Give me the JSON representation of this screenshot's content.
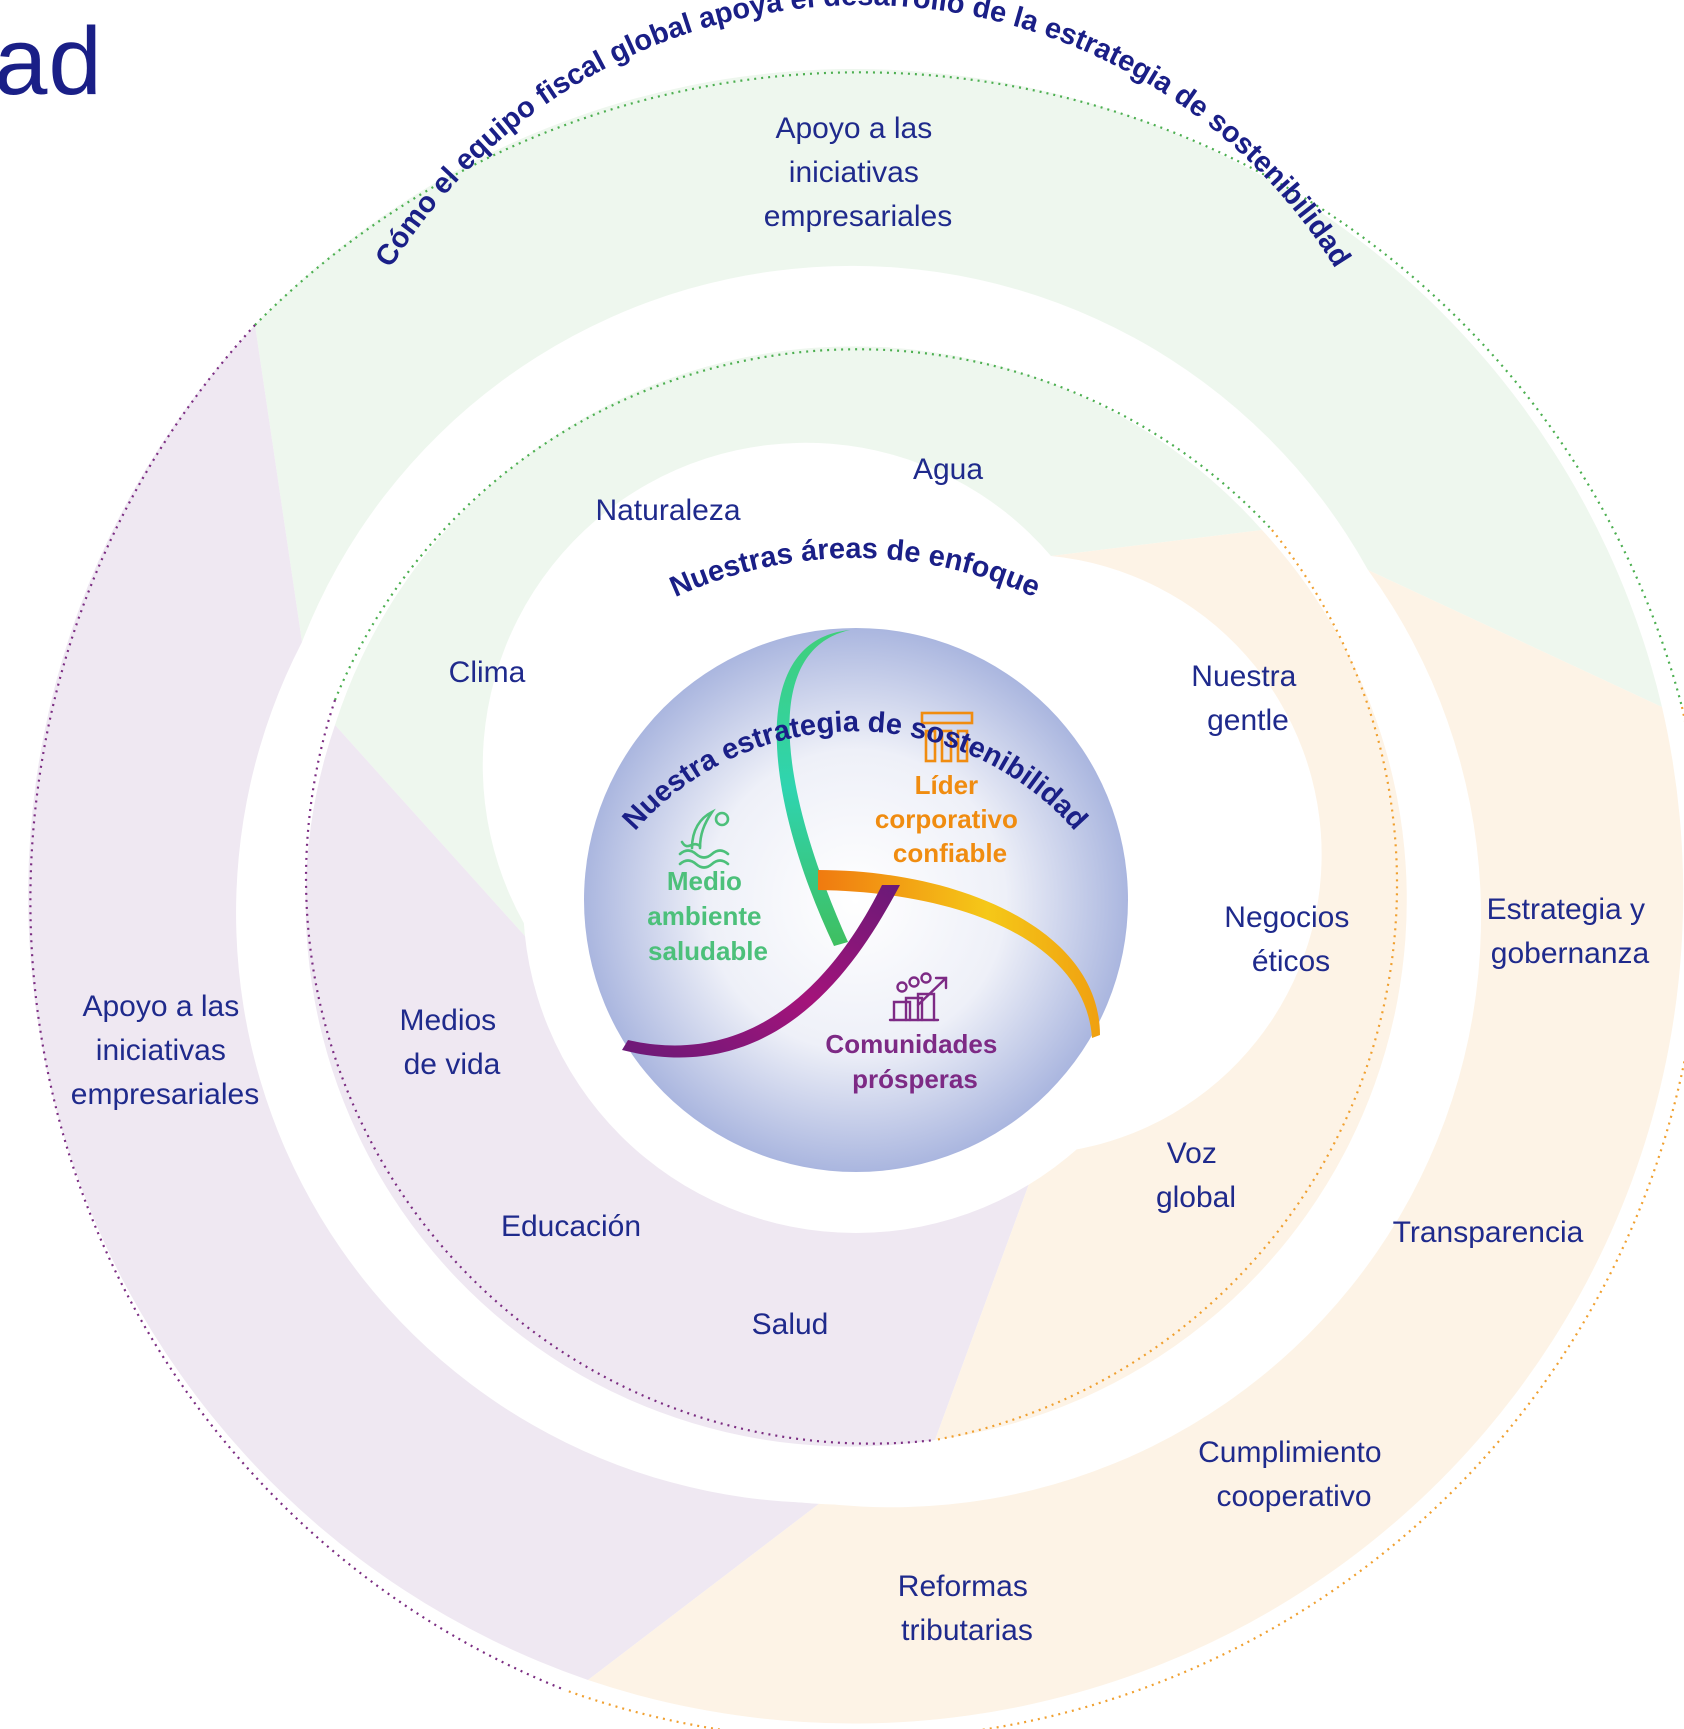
{
  "corner_text": "ad",
  "titles": {
    "outer": "Cómo el equipo fiscal global apoya el desarrollo de la estrategia de sostenibilidad",
    "middle": "Nuestras áreas de enfoque",
    "inner": "Nuestra estrategia de sostenibilidad"
  },
  "colors": {
    "green_fill": "#eef7ee",
    "purple_fill": "#efe8f2",
    "orange_fill": "#fdf3e6",
    "green_dots": "#4caf50",
    "purple_dots": "#7b2d82",
    "orange_dots": "#f0a030",
    "text_navy": "#1f2a8c",
    "pillar_green": "#4cc07a",
    "pillar_orange": "#f08c10",
    "pillar_purple": "#7d2a85"
  },
  "outer_ring": {
    "green_label": [
      "Apoyo a las",
      "iniciativas",
      "empresariales"
    ],
    "purple_label": [
      "Apoyo a las",
      "iniciativas",
      "empresariales"
    ],
    "orange_labels": [
      [
        "Estrategia y",
        "gobernanza"
      ],
      [
        "Transparencia"
      ],
      [
        "Cumplimiento",
        "cooperativo"
      ],
      [
        "Reformas",
        "tributarias"
      ]
    ]
  },
  "middle_ring": {
    "green_labels": [
      [
        "Agua"
      ],
      [
        "Naturaleza"
      ],
      [
        "Clima"
      ]
    ],
    "purple_labels": [
      [
        "Medios",
        "de vida"
      ],
      [
        "Educación"
      ],
      [
        "Salud"
      ]
    ],
    "orange_labels": [
      [
        "Nuestra",
        "gentle"
      ],
      [
        "Negocios",
        "éticos"
      ],
      [
        "Voz",
        "global"
      ]
    ]
  },
  "pillars": {
    "environment": {
      "lines": [
        "Medio",
        "ambiente",
        "saludable"
      ],
      "icon": "water-leaf-icon"
    },
    "leader": {
      "lines": [
        "Líder",
        "corporativo",
        "confiable"
      ],
      "icon": "pillars-building-icon"
    },
    "communities": {
      "lines": [
        "Comunidades",
        "prósperas"
      ],
      "icon": "people-growth-icon"
    }
  }
}
